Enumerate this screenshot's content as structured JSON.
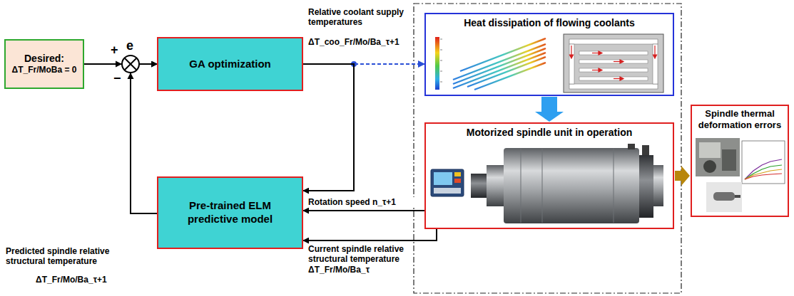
{
  "diagram": {
    "nodes": [
      {
        "text": [
          "Desired:",
          "ΔT_Fr/MoBa = 0"
        ]
      },
      {
        "text": [
          "GA optimization"
        ]
      },
      {
        "text": [
          "Heat dissipation of flowing coolants"
        ]
      },
      {
        "text": [
          "Pre-trained ELM predictive model"
        ]
      },
      {
        "text": [
          "Motorized spindle unit in operation"
        ]
      },
      {
        "text": [
          "Spindle thermal deformation errors"
        ]
      }
    ],
    "edges": [
      {
        "from": 0,
        "to": 1,
        "arrow": "to"
      },
      {
        "from": 3,
        "to": 1,
        "arrow": "to"
      },
      {
        "from": 1,
        "to": 3,
        "arrow": "to"
      },
      {
        "from": 1,
        "to": 2,
        "arrow": "to"
      },
      {
        "from": 2,
        "to": 4,
        "arrow": "to"
      },
      {
        "from": 4,
        "to": 3,
        "label": "Rotation speed n_τ+1",
        "arrow": "to"
      },
      {
        "from": 4,
        "to": 3,
        "label": "Current spindle relative structural temperature ΔT_Fr/Mo/Ba_τ",
        "arrow": "to"
      },
      {
        "from": 4,
        "to": 5,
        "arrow": "to"
      }
    ],
    "labels": [
      "e",
      "+",
      "−",
      "Relative coolant supply temperatures",
      "ΔT_coo_Fr/Mo/Ba_τ+1",
      "Predicted spindle relative structural temperature",
      "ΔT_Fr/Mo/Ba_τ+1"
    ]
  }
}
